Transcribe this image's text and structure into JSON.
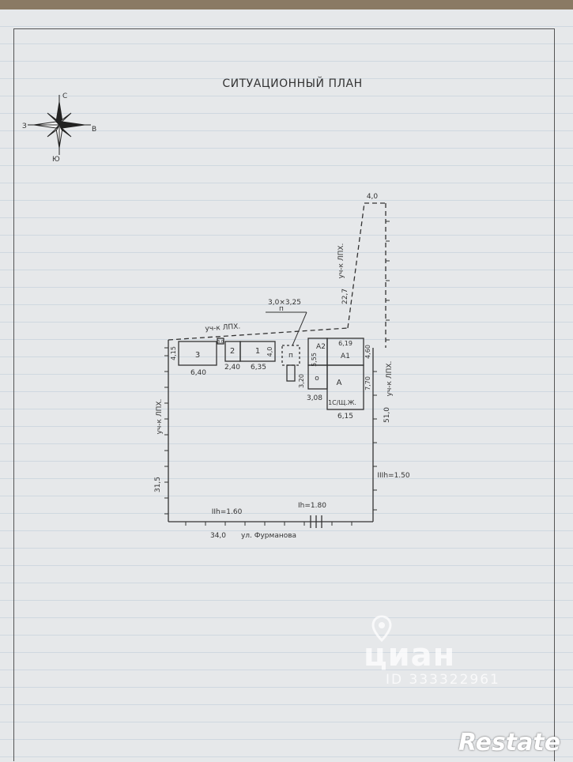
{
  "title": "СИТУАЦИОННЫЙ ПЛАН",
  "compass": {
    "north": "С",
    "south": "Ю",
    "east": "В",
    "west": "З"
  },
  "buildings": {
    "b3": {
      "label": "3",
      "width": "6,40",
      "depth": "4,15"
    },
    "b2": {
      "label": "2",
      "width": "2,40"
    },
    "b1": {
      "label": "1",
      "width": "6,35",
      "depth": "4,0"
    },
    "small_top": "3,0",
    "p": {
      "label": "п",
      "size": "3,0×3,25",
      "label2": "п"
    },
    "a2": {
      "label": "А2",
      "dim": "5,55"
    },
    "a1": {
      "label": "А1",
      "width": "6,19",
      "depth": "4,60"
    },
    "a": {
      "label": "А",
      "depth": "7,70",
      "subtitle": "1С/Щ.Ж.",
      "width": "6,15"
    },
    "o": {
      "label": "о",
      "width": "3,08",
      "depth": "3,20"
    }
  },
  "plot": {
    "neighbor_top": "уч-к ЛПХ.",
    "neighbor_left": "уч-к ЛПХ.",
    "neighbor_right": "уч-к ЛПХ.",
    "neighbor_corridor": "уч-к ЛПХ.",
    "width_top": "4,0",
    "corridor_len": "22,7",
    "right_len": "51,0",
    "left_len": "31,5",
    "bottom_len": "34,0",
    "street": "ул. Фурманова",
    "fence_i": "Ih=1.80",
    "fence_ii": "IIh=1.60",
    "fence_iii": "IIIh=1.50"
  },
  "watermark": {
    "brand": "циан",
    "id": "ID 333322961",
    "restate": "Restate"
  }
}
